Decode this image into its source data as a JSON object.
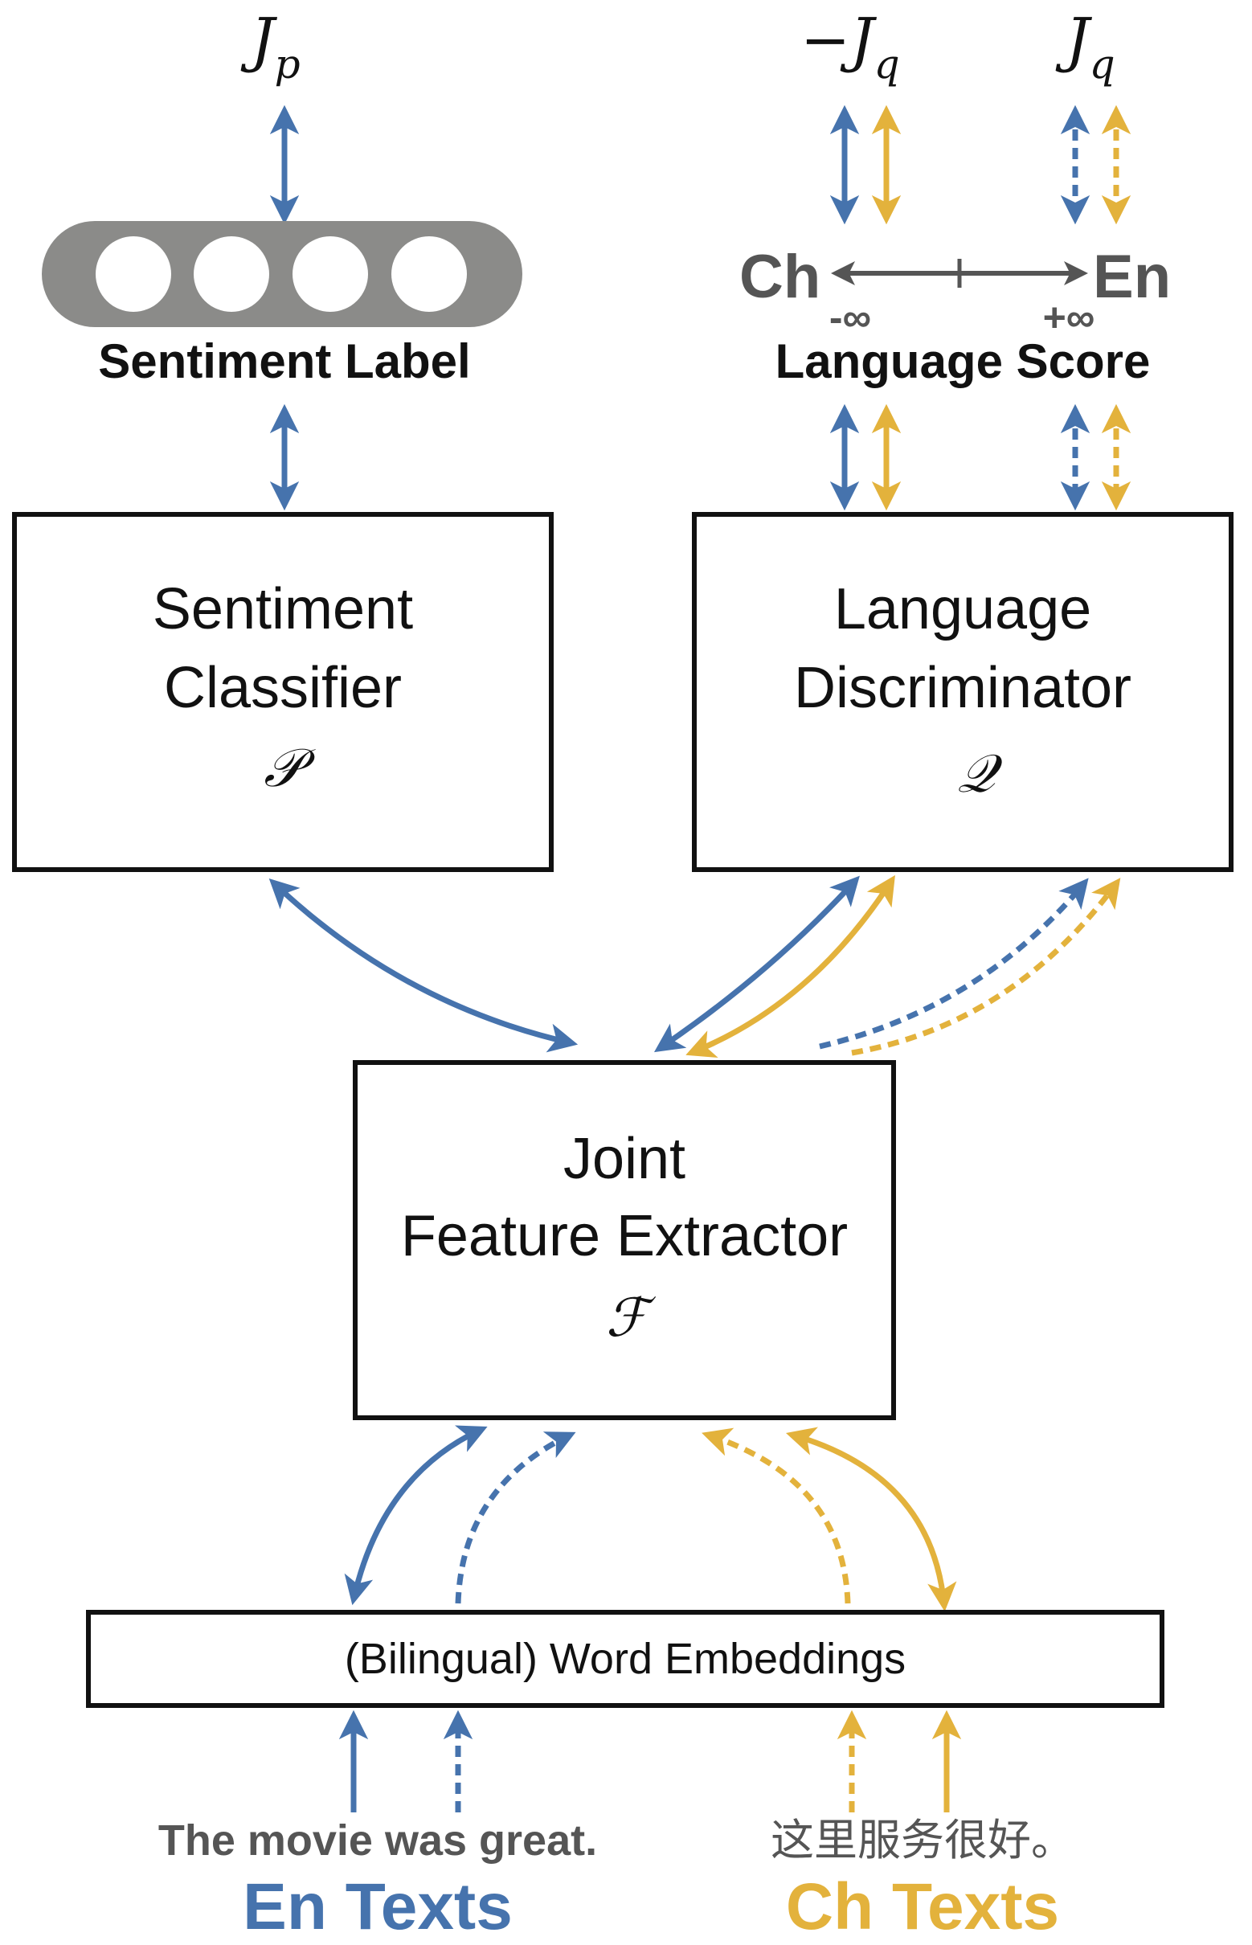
{
  "colors": {
    "blue": "#4673ad",
    "yellow": "#e3b23c",
    "gray": "#8b8b89",
    "dark_gray": "#555555",
    "black": "#111111"
  },
  "objectives": {
    "jp": "J",
    "jp_sub": "p",
    "neg_jq": "−J",
    "neg_jq_sub": "q",
    "jq": "J",
    "jq_sub": "q"
  },
  "sentiment_label": {
    "title": "Sentiment Label",
    "nodes": 4
  },
  "language_score": {
    "title": "Language Score",
    "left_end": "Ch",
    "right_end": "En",
    "left_value": "-∞",
    "right_value": "+∞"
  },
  "sentiment_classifier": {
    "line1": "Sentiment",
    "line2": "Classifier",
    "symbol": "𝒫"
  },
  "language_discriminator": {
    "line1": "Language",
    "line2": "Discriminator",
    "symbol": "𝒬"
  },
  "feature_extractor": {
    "line1": "Joint",
    "line2": "Feature Extractor",
    "symbol": "ℱ"
  },
  "embeddings": {
    "label": "(Bilingual) Word Embeddings"
  },
  "inputs": {
    "en_example": "The movie was great.",
    "en_label": "En Texts",
    "ch_example": "这里服务很好。",
    "ch_label": "Ch Texts"
  }
}
